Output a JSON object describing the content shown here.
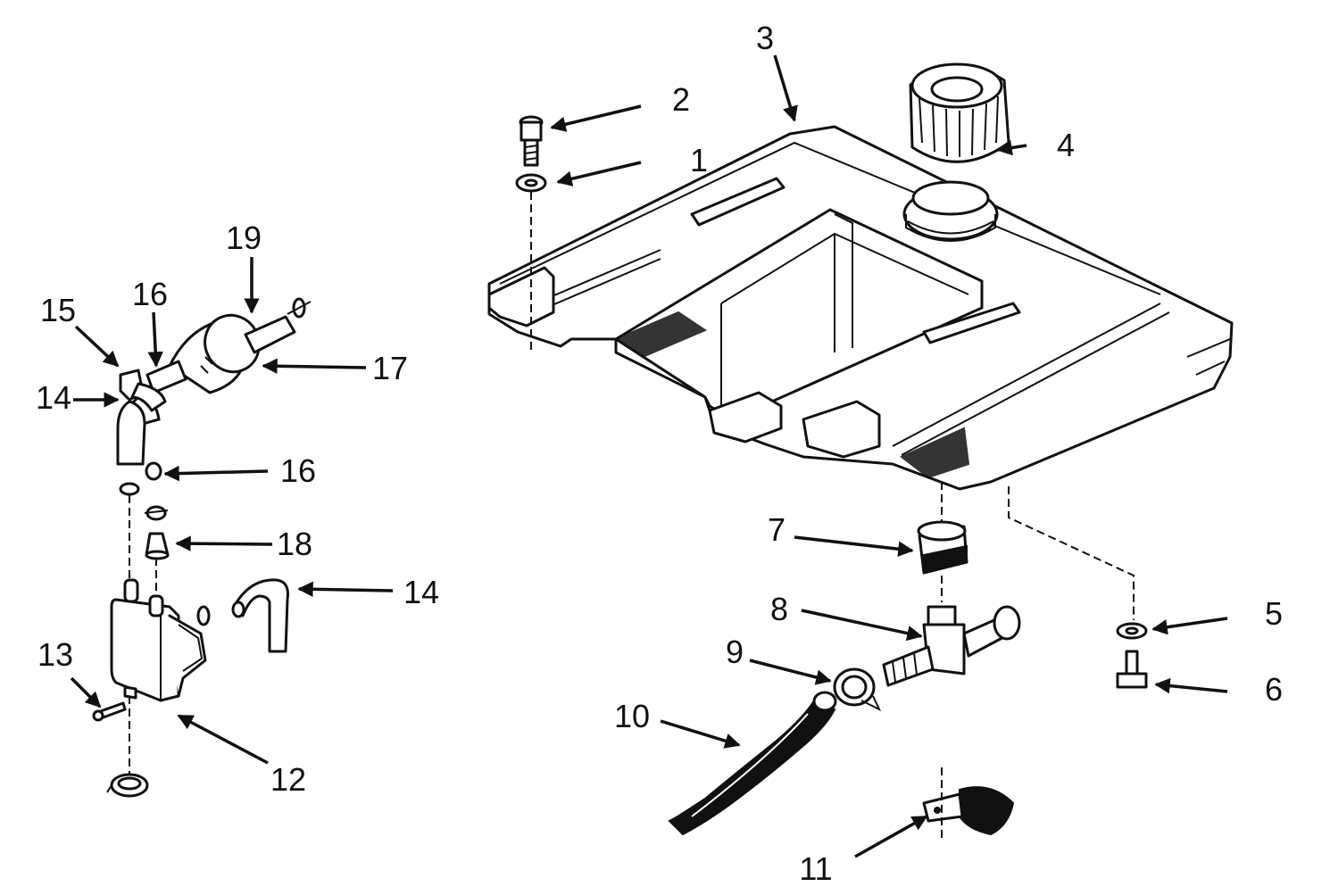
{
  "figure": {
    "corner_mark": "",
    "callouts": {
      "c1": "1",
      "c2": "2",
      "c3": "3",
      "c4": "4",
      "c5": "5",
      "c6": "6",
      "c7": "7",
      "c8": "8",
      "c9": "9",
      "c10": "10",
      "c11": "11",
      "c12": "12",
      "c13": "13",
      "c14a": "14",
      "c14b": "14",
      "c15": "15",
      "c16a": "16",
      "c16b": "16",
      "c17": "17",
      "c18": "18",
      "c19": "19"
    }
  }
}
